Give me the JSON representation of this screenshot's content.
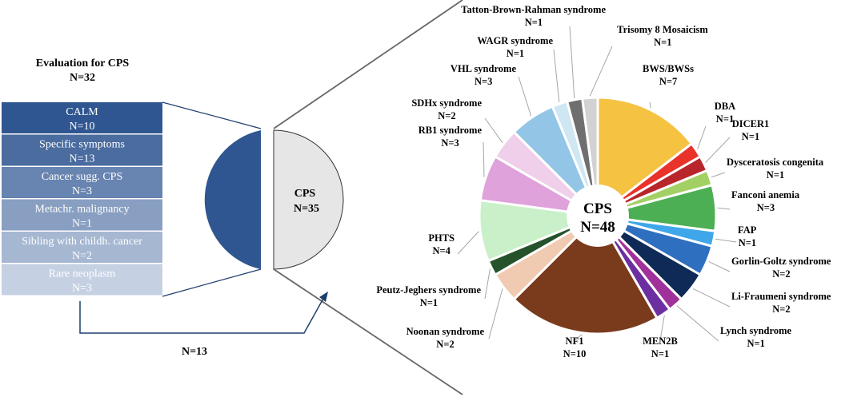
{
  "evaluation": {
    "title": "Evaluation for CPS",
    "total": "N=32",
    "boxes": [
      {
        "label": "CALM",
        "count": "N=10",
        "color": "#2f5690"
      },
      {
        "label": "Specific symptoms",
        "count": "N=13",
        "color": "#4a6c9f"
      },
      {
        "label": "Cancer sugg. CPS",
        "count": "N=3",
        "color": "#6884b0"
      },
      {
        "label": "Metachr. malignancy",
        "count": "N=1",
        "color": "#889fc1"
      },
      {
        "label": "Sibling with childh. cancer",
        "count": "N=2",
        "color": "#a6b7d2"
      },
      {
        "label": "Rare neoplasm",
        "count": "N=3",
        "color": "#c5d1e3"
      }
    ]
  },
  "arrow_label": "N=13",
  "cps_box": {
    "label": "CPS",
    "count": "N=35"
  },
  "chart_data": {
    "type": "pie",
    "center_label": "CPS",
    "center_count": "N=48",
    "slices": [
      {
        "name": "BWS/BWSs",
        "count_label": "N=7",
        "value": 7,
        "color": "#f5c242"
      },
      {
        "name": "DBA",
        "count_label": "N=1",
        "value": 1,
        "color": "#e8322a"
      },
      {
        "name": "DICER1",
        "count_label": "N=1",
        "value": 1,
        "color": "#b8262b"
      },
      {
        "name": "Dysceratosis congenita",
        "count_label": "N=1",
        "value": 1,
        "color": "#a3d064"
      },
      {
        "name": "Fanconi anemia",
        "count_label": "N=3",
        "value": 3,
        "color": "#4caf54"
      },
      {
        "name": "FAP",
        "count_label": "N=1",
        "value": 1,
        "color": "#3fa7e9"
      },
      {
        "name": "Gorlin-Goltz syndrome",
        "count_label": "N=2",
        "value": 2,
        "color": "#2f6fbf"
      },
      {
        "name": "Li-Fraumeni syndrome",
        "count_label": "N=2",
        "value": 2,
        "color": "#0f2a56"
      },
      {
        "name": "Lynch syndrome",
        "count_label": "N=1",
        "value": 1,
        "color": "#a0309a"
      },
      {
        "name": "MEN2B",
        "count_label": "N=1",
        "value": 1,
        "color": "#6c2fa0"
      },
      {
        "name": "NF1",
        "count_label": "N=10",
        "value": 10,
        "color": "#7a3a1c"
      },
      {
        "name": "Noonan syndrome",
        "count_label": "N=2",
        "value": 2,
        "color": "#f1cbb1"
      },
      {
        "name": "Peutz-Jeghers syndrome",
        "count_label": "N=1",
        "value": 1,
        "color": "#25522a"
      },
      {
        "name": "PHTS",
        "count_label": "N=4",
        "value": 4,
        "color": "#c9f0c8"
      },
      {
        "name": "RB1 syndrome",
        "count_label": "N=3",
        "value": 3,
        "color": "#dfa2da"
      },
      {
        "name": "SDHx syndrome",
        "count_label": "N=2",
        "value": 2,
        "color": "#f0cfea"
      },
      {
        "name": "VHL syndrome",
        "count_label": "N=3",
        "value": 3,
        "color": "#93c6e6"
      },
      {
        "name": "WAGR syndrome",
        "count_label": "N=1",
        "value": 1,
        "color": "#cfe6f3"
      },
      {
        "name": "Tatton-Brown-Rahman syndrome",
        "count_label": "N=1",
        "value": 1,
        "color": "#6f6f6f"
      },
      {
        "name": "Trisomy 8 Mosaicism",
        "count_label": "N=1",
        "value": 1,
        "color": "#d2d2d2"
      }
    ]
  }
}
